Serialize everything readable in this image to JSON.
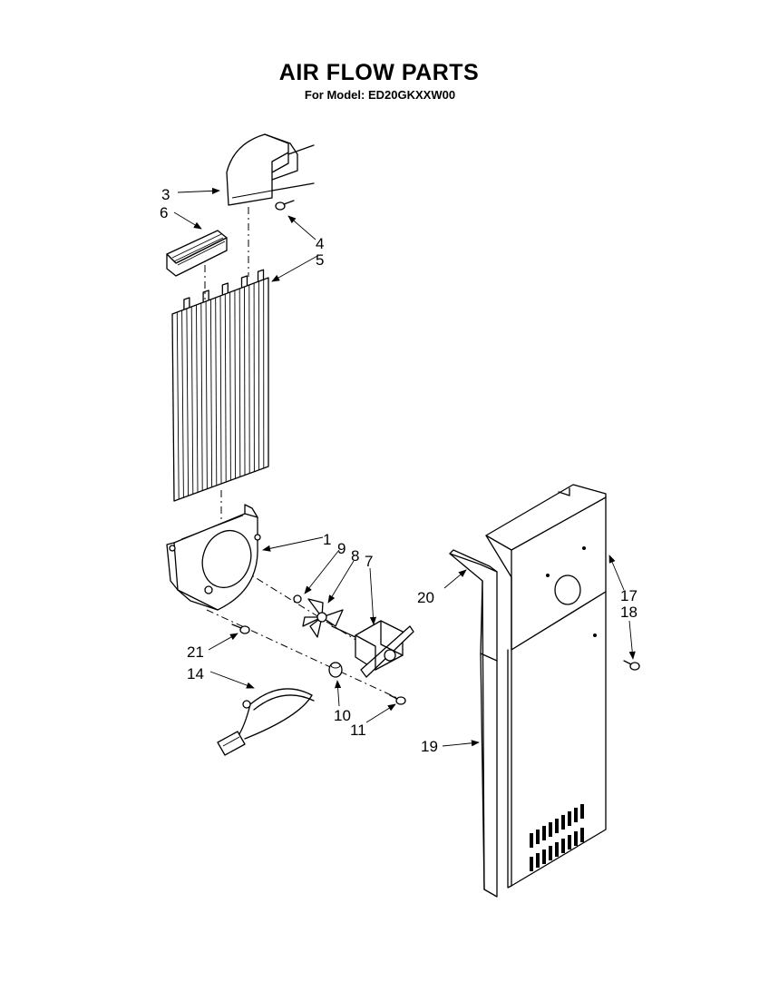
{
  "header": {
    "title": "AIR FLOW PARTS",
    "subtitle": "For Model: ED20GKXXW00"
  },
  "callouts": [
    "1",
    "3",
    "4",
    "5",
    "6",
    "7",
    "8",
    "9",
    "10",
    "11",
    "14",
    "17",
    "18",
    "19",
    "20",
    "21"
  ]
}
